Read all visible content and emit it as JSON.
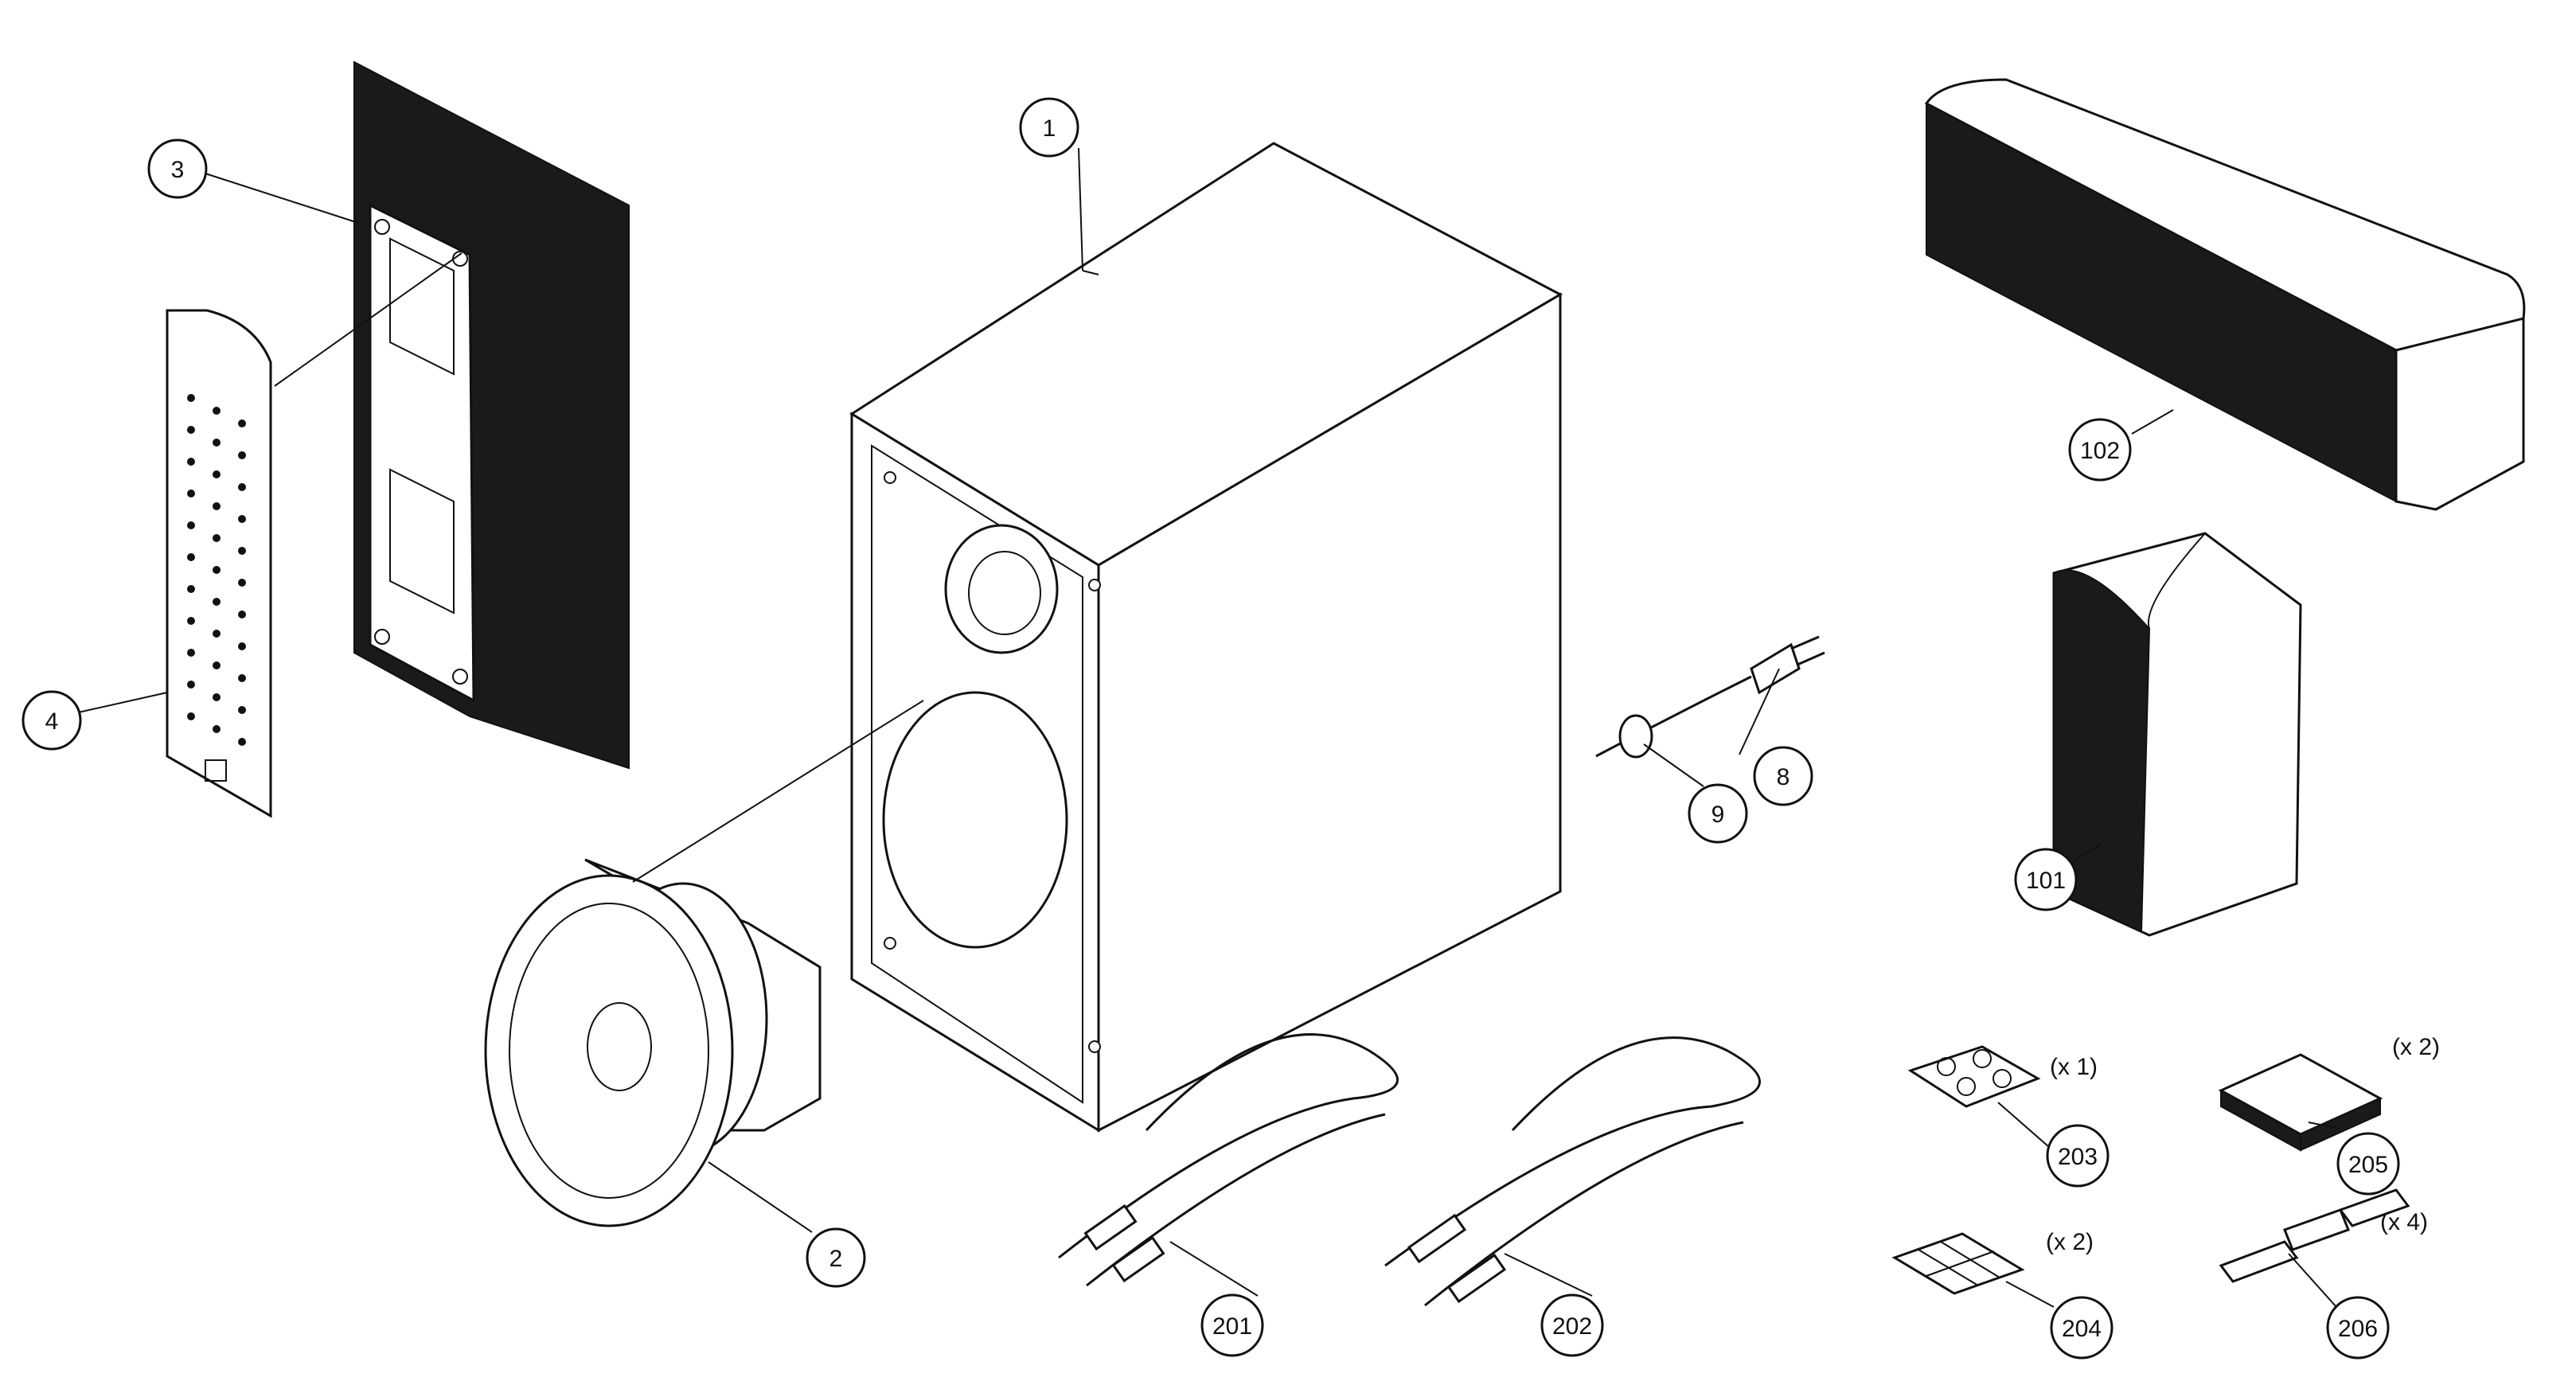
{
  "callouts": [
    {
      "id": "c1",
      "label": "1"
    },
    {
      "id": "c2",
      "label": "2"
    },
    {
      "id": "c3",
      "label": "3"
    },
    {
      "id": "c4",
      "label": "4"
    },
    {
      "id": "c8",
      "label": "8"
    },
    {
      "id": "c9",
      "label": "9"
    },
    {
      "id": "c101",
      "label": "101"
    },
    {
      "id": "c102",
      "label": "102"
    },
    {
      "id": "c201",
      "label": "201"
    },
    {
      "id": "c202",
      "label": "202"
    },
    {
      "id": "c203",
      "label": "203"
    },
    {
      "id": "c204",
      "label": "204"
    },
    {
      "id": "c205",
      "label": "205"
    },
    {
      "id": "c206",
      "label": "206"
    }
  ],
  "quantities": {
    "q203": "(x 1)",
    "q204": "(x 2)",
    "q205": "(x 2)",
    "q206": "(x 4)"
  }
}
